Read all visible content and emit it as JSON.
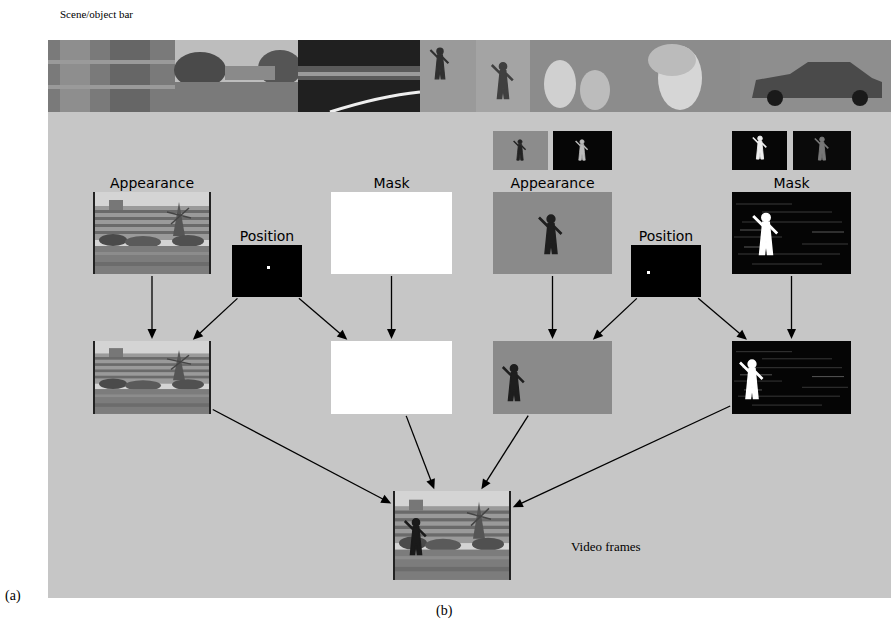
{
  "diagram": {
    "nodes": [
      {
        "text": [
          "Appearance"
        ]
      },
      {
        "text": [
          "Position"
        ]
      },
      {
        "text": [
          "Mask"
        ]
      },
      {
        "text": [
          "Appearance"
        ]
      },
      {
        "text": [
          "Position"
        ]
      },
      {
        "text": [
          "Mask"
        ]
      },
      {
        "text": []
      },
      {
        "text": []
      },
      {
        "text": []
      },
      {
        "text": []
      },
      {
        "text": [
          "Video frames"
        ]
      }
    ],
    "edges": [
      {
        "from": 0,
        "to": 6,
        "arrow": "to"
      },
      {
        "from": 1,
        "to": 6,
        "arrow": "to"
      },
      {
        "from": 1,
        "to": 7,
        "arrow": "to"
      },
      {
        "from": 2,
        "to": 7,
        "arrow": "to"
      },
      {
        "from": 3,
        "to": 8,
        "arrow": "to"
      },
      {
        "from": 4,
        "to": 8,
        "arrow": "to"
      },
      {
        "from": 4,
        "to": 9,
        "arrow": "to"
      },
      {
        "from": 5,
        "to": 9,
        "arrow": "to"
      },
      {
        "from": 6,
        "to": 10,
        "arrow": "to"
      },
      {
        "from": 7,
        "to": 10,
        "arrow": "to"
      },
      {
        "from": 8,
        "to": 10,
        "arrow": "to"
      },
      {
        "from": 9,
        "to": 10,
        "arrow": "to"
      }
    ],
    "labels": [
      "Scene/object bar",
      "(a)",
      "(b)"
    ]
  }
}
